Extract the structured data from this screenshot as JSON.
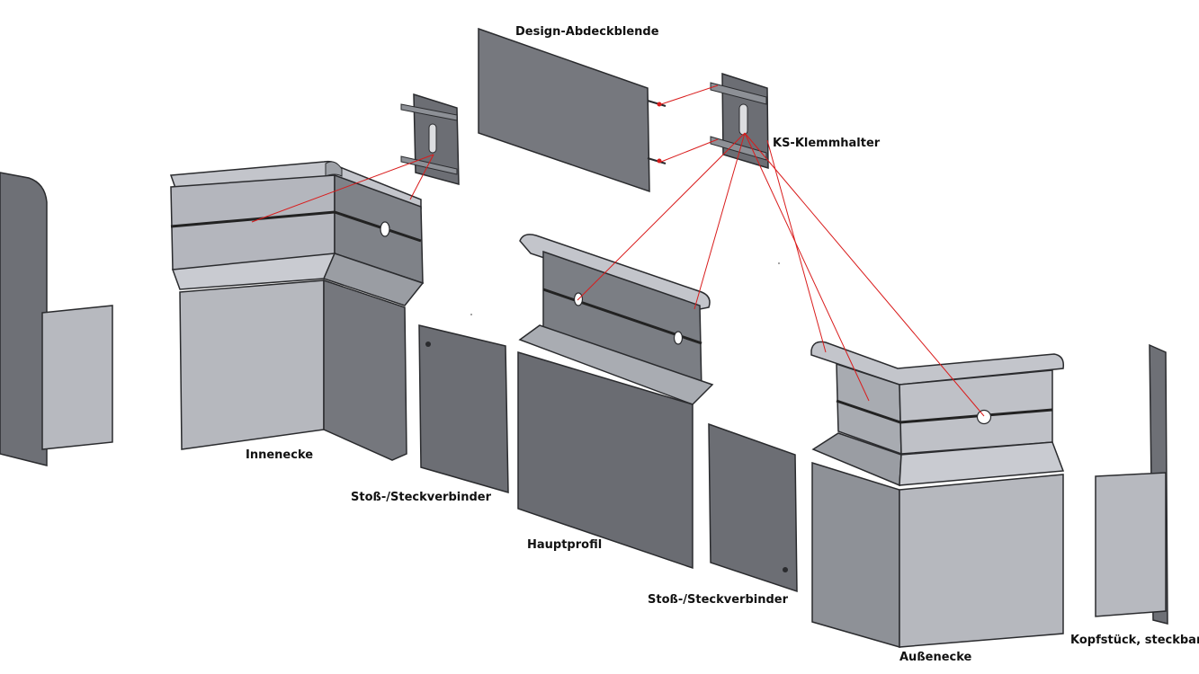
{
  "labels": {
    "design_cover": "Design-Abdeckblende",
    "clip_holder": "KS-Klemmhalter",
    "inner_corner": "Innenecke",
    "joint_connector_left": "Stoß-/Steckverbinder",
    "main_profile": "Hauptprofil",
    "joint_connector_right": "Stoß-/Steckverbinder",
    "outer_corner": "Außenecke",
    "end_cap": "Kopfstück, steckbar"
  },
  "colors": {
    "panel_face": "#b4b6bd",
    "panel_dark": "#7d8087",
    "panel_light": "#c9cbd1",
    "connector_plate": "#6c6e74",
    "leader_line": "#d91c1c",
    "outline": "#2a2b2e"
  }
}
